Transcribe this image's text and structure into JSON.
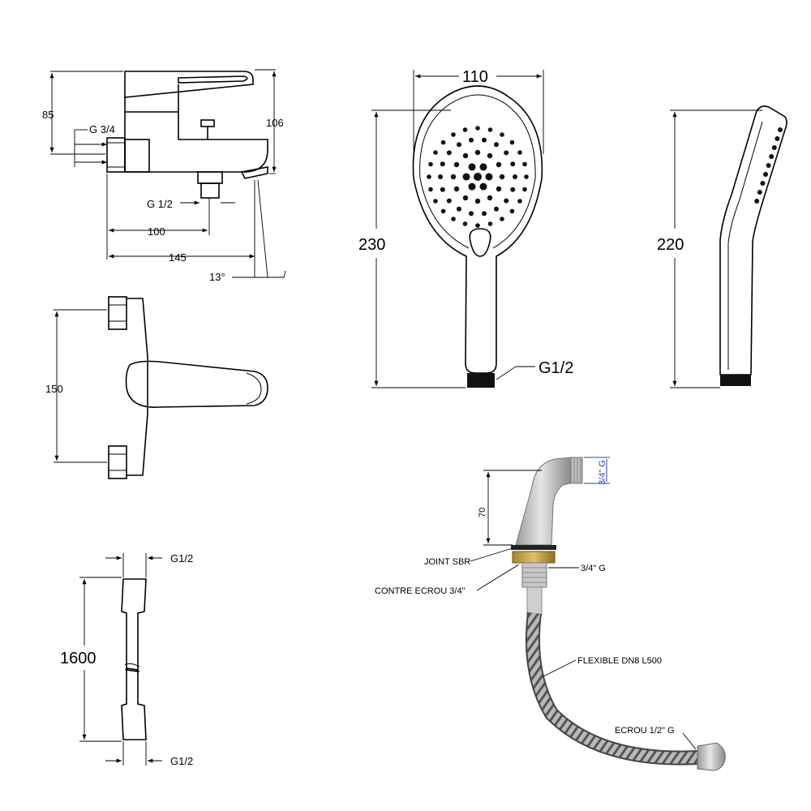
{
  "mixer": {
    "dim_85": "85",
    "dim_g34": "G 3/4",
    "dim_106": "106",
    "dim_g12": "G 1/2",
    "dim_100": "100",
    "dim_145": "145",
    "dim_13deg": "13°",
    "dim_150": "150"
  },
  "shower_head": {
    "dim_110": "110",
    "dim_230": "230",
    "dim_g12": "G1/2",
    "dim_220": "220"
  },
  "hose": {
    "dim_top": "G1/2",
    "dim_length": "1600",
    "dim_bottom": "G1/2"
  },
  "fitting": {
    "dim_34g_vertical": "3/4\" G",
    "dim_70": "70",
    "label_joint": "JOINT SBR",
    "label_34g": "3/4\" G",
    "label_contre_ecrou": "CONTRE ECROU 3/4\"",
    "label_flexible": "FLEXIBLE DN8 L500",
    "label_ecrou": "ECROU 1/2\" G"
  }
}
